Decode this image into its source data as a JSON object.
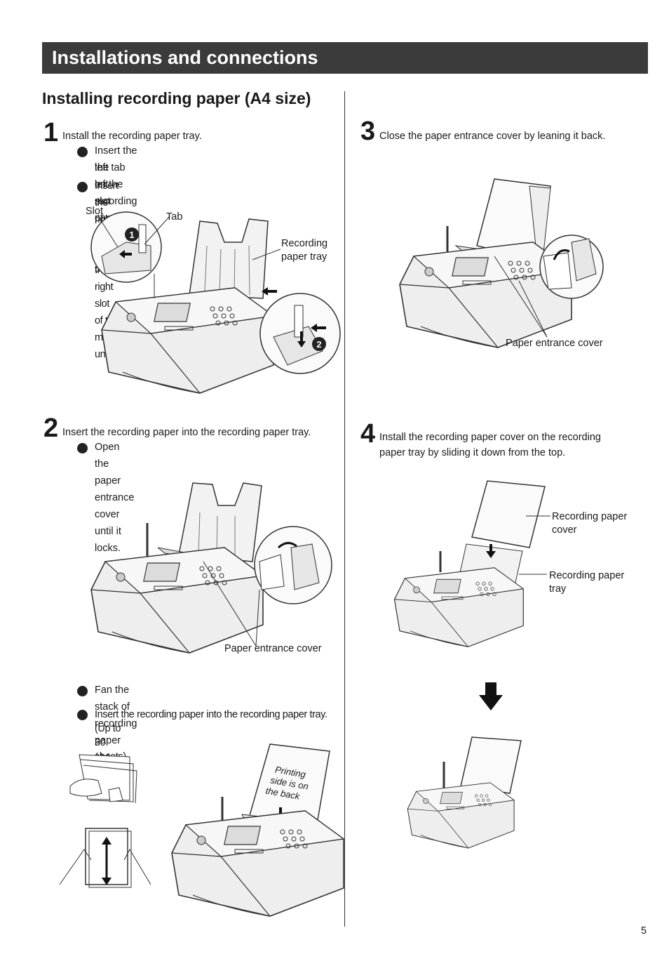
{
  "header": {
    "title": "Installations and connections"
  },
  "section_title": "Installing recording paper (A4 size)",
  "steps": {
    "s1": {
      "number": "1",
      "text": "Install the recording paper tray.",
      "bullets": [
        "Insert the left tab on the recording paper tray into",
        "the left slot of the main unit.",
        "Insert the right tab into the right slot of the main unit."
      ],
      "callouts": {
        "slot": "Slot",
        "tab": "Tab",
        "tray_1": "Recording",
        "tray_2": "paper tray"
      },
      "markers": {
        "m1": "1",
        "m2": "2"
      }
    },
    "s2": {
      "number": "2",
      "text": "Insert the recording paper into the recording paper tray.",
      "bullets": [
        "Open the paper entrance cover until it locks.",
        "Fan the stack of recording paper (A4 size).",
        "Insert the recording paper into the recording paper tray.",
        "(Up to 30 sheets)"
      ],
      "callouts": {
        "cover": "Paper entrance cover",
        "print_1": "Printing",
        "print_2": "side is on",
        "print_3": "the back"
      }
    },
    "s3": {
      "number": "3",
      "text": "Close the paper entrance cover by leaning it back.",
      "callouts": {
        "cover": "Paper entrance cover"
      }
    },
    "s4": {
      "number": "4",
      "text_1": "Install the recording paper cover on the recording",
      "text_2": "paper tray by sliding it down from the top.",
      "callouts": {
        "cover_1": "Recording paper",
        "cover_2": "cover",
        "tray_1": "Recording paper",
        "tray_2": "tray"
      }
    }
  },
  "page_number": "5"
}
